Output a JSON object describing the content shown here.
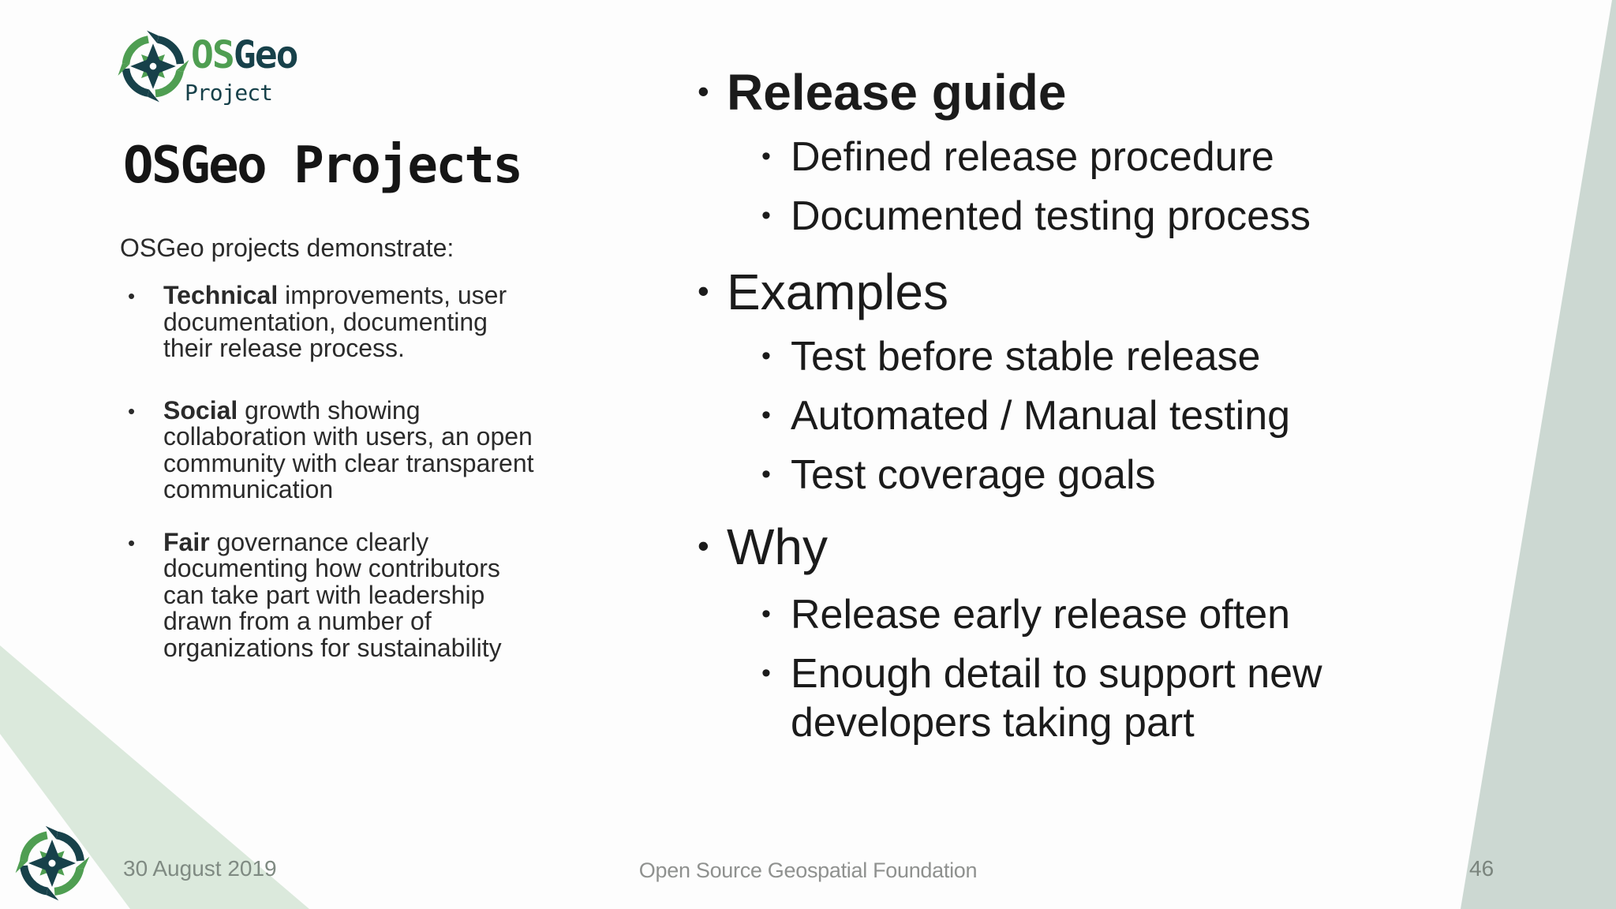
{
  "ui": {
    "bullet": "•"
  },
  "slide": {
    "logo": {
      "brand_green": "OS",
      "brand_dark": "Geo",
      "subtitle": "Project"
    },
    "left": {
      "title": "OSGeo Projects",
      "intro": "OSGeo projects demonstrate:",
      "bullets": [
        {
          "lead": "Technical",
          "rest": " improvements, user\ndocumentation, documenting\ntheir release process."
        },
        {
          "lead": "Social",
          "rest": " growth showing\ncollaboration with users, an open\ncommunity with clear transparent\ncommunication"
        },
        {
          "lead": "Fair",
          "rest": " governance clearly\ndocumenting how contributors\ncan take part with leadership\ndrawn from a number of\norganizations for sustainability"
        }
      ]
    },
    "right": {
      "sections": [
        {
          "label": "Release guide",
          "bold": true,
          "items": [
            "Defined release procedure",
            "Documented testing process"
          ]
        },
        {
          "label": "Examples",
          "bold": false,
          "items": [
            "Test before stable release",
            "Automated / Manual testing",
            "Test coverage goals"
          ]
        },
        {
          "label": "Why",
          "bold": false,
          "items": [
            "Release early release often",
            "Enough detail to support new\ndevelopers taking part"
          ]
        }
      ]
    },
    "footer": {
      "date": "30 August 2019",
      "org": "Open Source Geospatial Foundation",
      "page": "46"
    },
    "colors": {
      "brand_green": "#4f9e52",
      "brand_dark": "#17414a",
      "wedge_light": "#dbe9dc",
      "band_gray": "#ccd8d2",
      "footer_gray": "#7f8a82",
      "org_gray": "#8f918f",
      "page_gray": "#7a847d",
      "title_dark": "#151515",
      "body_dark": "#2b2b2b"
    }
  }
}
